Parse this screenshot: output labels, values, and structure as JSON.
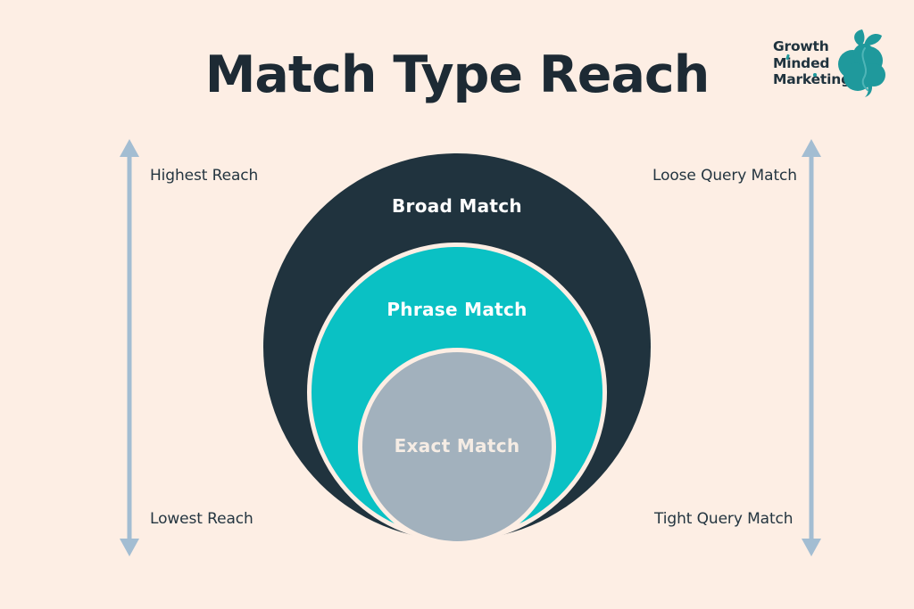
{
  "title": "Match Type Reach",
  "logo": {
    "lines": [
      "Growth",
      "Minded",
      "Marketing"
    ],
    "icon": "brain-plant-icon",
    "icon_color": "#1f999c",
    "text_color": "#20333e"
  },
  "diagram": {
    "type": "concentric-circles",
    "circles": [
      {
        "label": "Broad Match",
        "color": "#20333e",
        "text_color": "#ffffff",
        "size_rank": 1
      },
      {
        "label": "Phrase Match",
        "color": "#0ac1c4",
        "text_color": "#ffffff",
        "size_rank": 2
      },
      {
        "label": "Exact Match",
        "color": "#a2b1bd",
        "text_color": "#f5ece4",
        "size_rank": 3
      }
    ]
  },
  "axes": {
    "left": {
      "top_label": "Highest Reach",
      "bottom_label": "Lowest Reach"
    },
    "right": {
      "top_label": "Loose Query Match",
      "bottom_label": "Tight Query Match"
    },
    "arrow_color": "#a3bdd2"
  },
  "colors": {
    "background": "#fdeee4",
    "title_text": "#1d2a34"
  }
}
